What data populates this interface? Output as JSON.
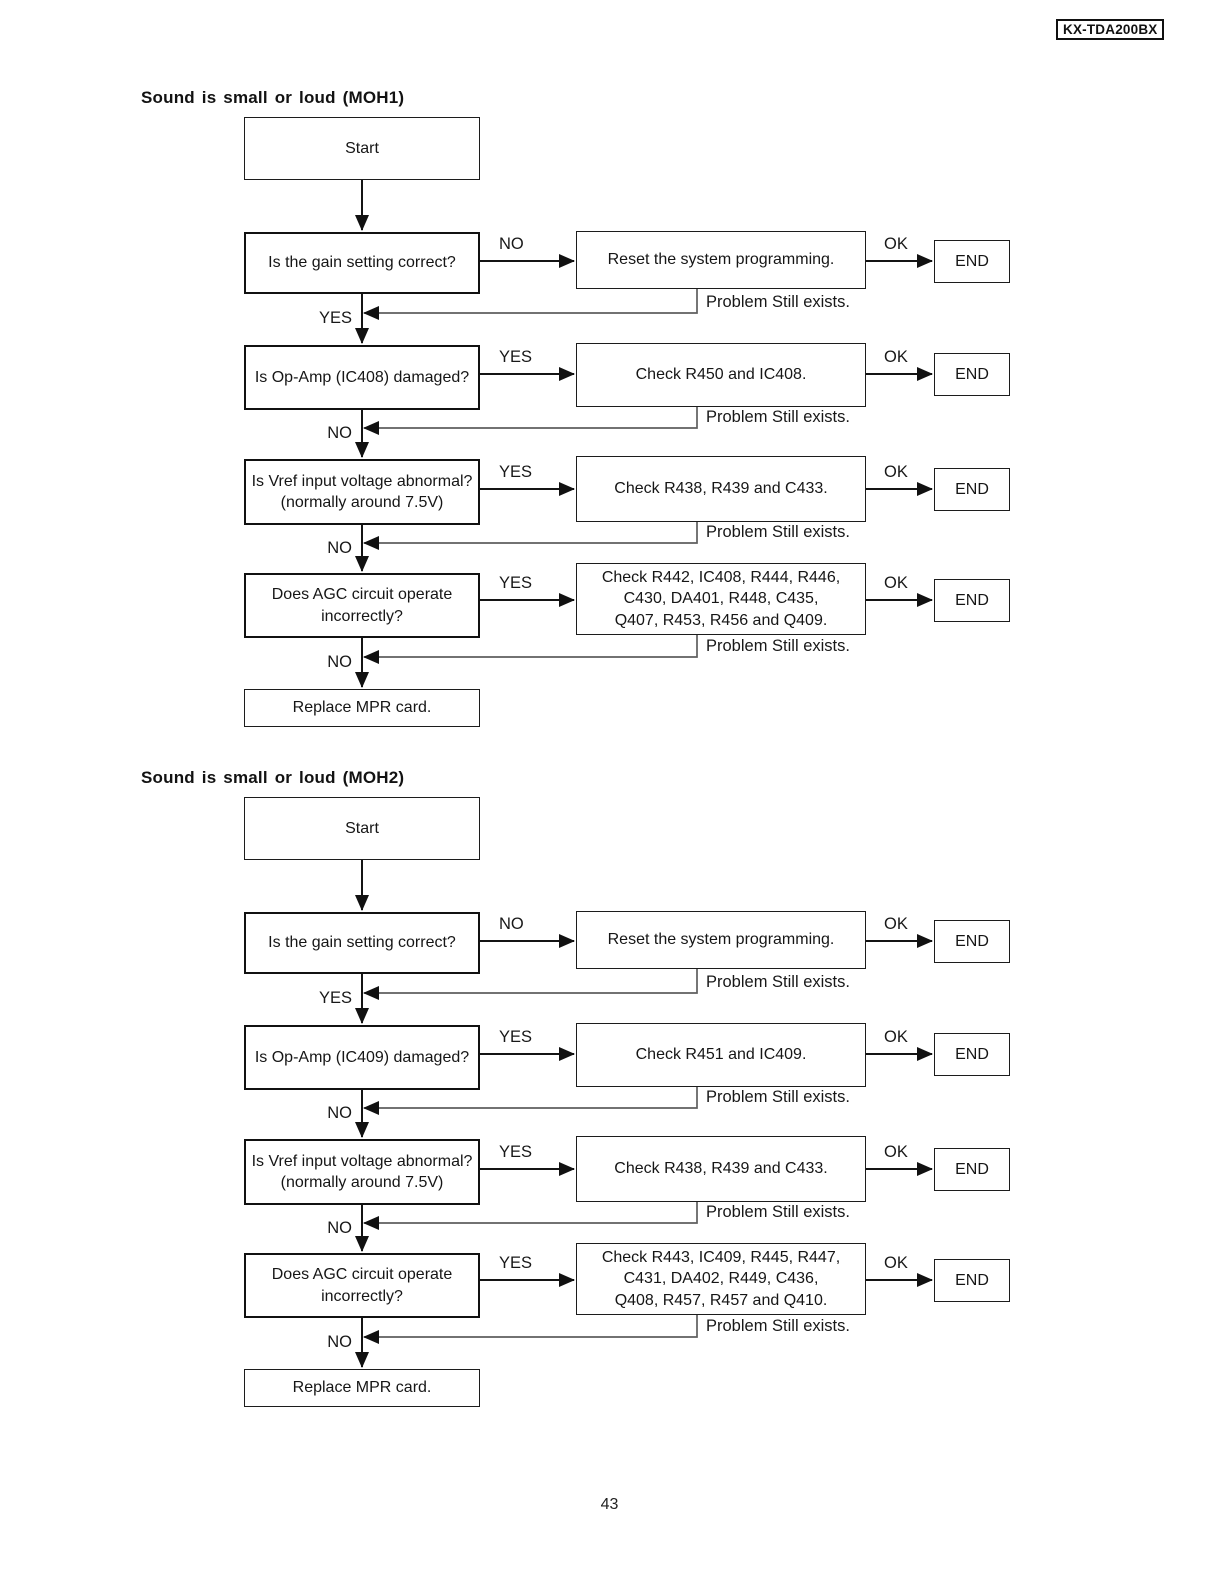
{
  "page": {
    "model_badge": "KX-TDA200BX",
    "page_number": "43"
  },
  "flowcharts": [
    {
      "title": "Sound is small or loud (MOH1)",
      "start": "Start",
      "final": "Replace MPR card.",
      "rows": [
        {
          "question": "Is the gain setting correct?",
          "branch_label": "NO",
          "action": "Reset the system programming.",
          "ok_label": "OK",
          "end_label": "END",
          "problem_label": "Problem Still exists.",
          "back_label": "YES"
        },
        {
          "question": "Is Op-Amp (IC408) damaged?",
          "branch_label": "YES",
          "action": "Check R450 and IC408.",
          "ok_label": "OK",
          "end_label": "END",
          "problem_label": "Problem Still exists.",
          "back_label": "NO"
        },
        {
          "question": "Is Vref input voltage abnormal?\n(normally around 7.5V)",
          "branch_label": "YES",
          "action": "Check R438, R439 and C433.",
          "ok_label": "OK",
          "end_label": "END",
          "problem_label": "Problem Still exists.",
          "back_label": "NO"
        },
        {
          "question": "Does AGC circuit operate\nincorrectly?",
          "branch_label": "YES",
          "action": "Check R442, IC408, R444, R446,\nC430, DA401, R448, C435,\nQ407, R453, R456 and Q409.",
          "ok_label": "OK",
          "end_label": "END",
          "problem_label": "Problem Still exists.",
          "back_label": "NO"
        }
      ]
    },
    {
      "title": "Sound is small or loud (MOH2)",
      "start": "Start",
      "final": "Replace MPR card.",
      "rows": [
        {
          "question": "Is the gain setting correct?",
          "branch_label": "NO",
          "action": "Reset the system programming.",
          "ok_label": "OK",
          "end_label": "END",
          "problem_label": "Problem Still exists.",
          "back_label": "YES"
        },
        {
          "question": "Is Op-Amp (IC409) damaged?",
          "branch_label": "YES",
          "action": "Check R451 and IC409.",
          "ok_label": "OK",
          "end_label": "END",
          "problem_label": "Problem Still exists.",
          "back_label": "NO"
        },
        {
          "question": "Is Vref input voltage abnormal?\n(normally around 7.5V)",
          "branch_label": "YES",
          "action": "Check R438, R439 and C433.",
          "ok_label": "OK",
          "end_label": "END",
          "problem_label": "Problem Still exists.",
          "back_label": "NO"
        },
        {
          "question": "Does AGC circuit operate\nincorrectly?",
          "branch_label": "YES",
          "action": "Check R443, IC409, R445, R447,\nC431, DA402, R449, C436,\nQ408, R457, R457 and Q410.",
          "ok_label": "OK",
          "end_label": "END",
          "problem_label": "Problem Still exists.",
          "back_label": "NO"
        }
      ]
    }
  ]
}
